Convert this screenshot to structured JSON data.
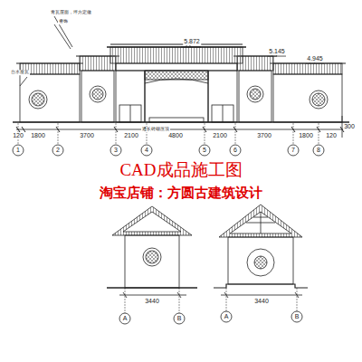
{
  "diagram": {
    "labels": [
      "青瓦屋面，坪方定做",
      "脊饰",
      "台水座瓦",
      "通长砖砌压顶",
      "5.872",
      "5.145",
      "4.945",
      "120",
      "1800",
      "3700",
      "2100",
      "4800",
      "2100",
      "3700",
      "1800",
      "120",
      "300",
      "1",
      "2",
      "3",
      "4",
      "5",
      "6",
      "7",
      "8",
      "CAD成品施工图",
      "淘宝店铺：方圆古建筑设计",
      "3440",
      "A",
      "B",
      "3440",
      "A",
      "B"
    ]
  }
}
